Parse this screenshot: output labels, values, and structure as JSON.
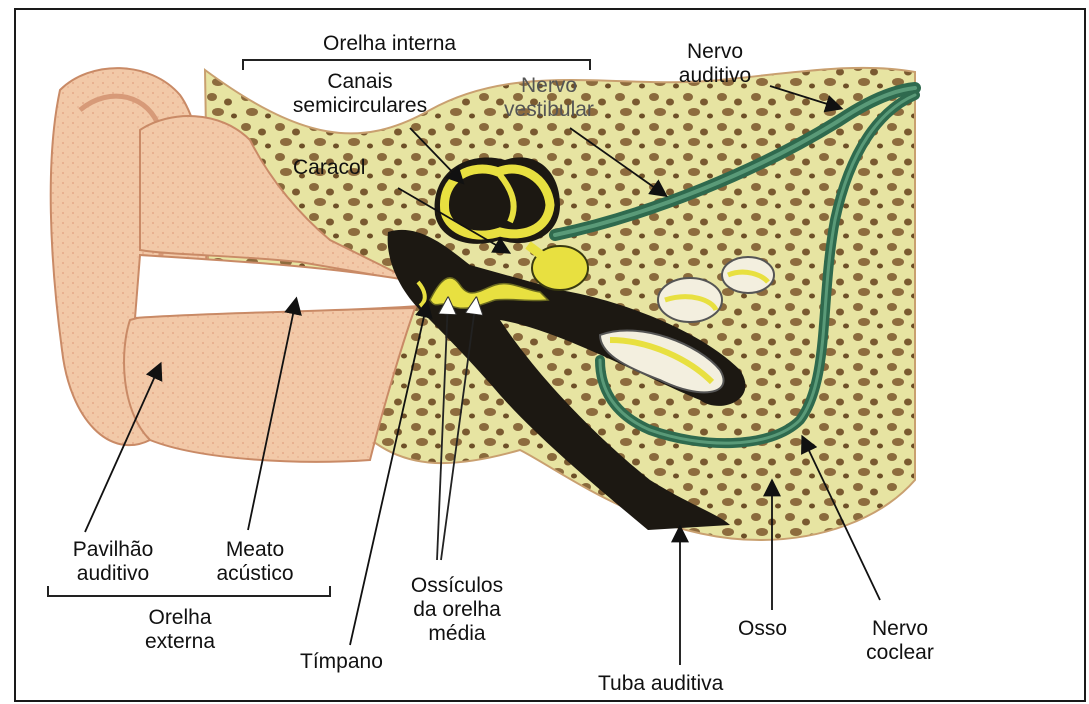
{
  "labels": {
    "orelha_interna": "Orelha interna",
    "canais_semicirculares": [
      "Canais",
      "semicirculares"
    ],
    "nervo_vestibular": [
      "Nervo",
      "vestibular"
    ],
    "nervo_auditivo": [
      "Nervo",
      "auditivo"
    ],
    "caracol": "Caracol",
    "pavilhao_auditivo": [
      "Pavilhão",
      "auditivo"
    ],
    "meato_acustico": [
      "Meato",
      "acústico"
    ],
    "orelha_externa": [
      "Orelha",
      "externa"
    ],
    "timpano": "Tímpano",
    "ossiculos": [
      "Ossículos",
      "da orelha",
      "média"
    ],
    "tuba_auditiva": "Tuba auditiva",
    "osso": "Osso",
    "nervo_coclear": [
      "Nervo",
      "coclear"
    ]
  },
  "colors": {
    "bone": "#e7e4a2",
    "bone_holes": "#8a6a3c",
    "skin": "#f2c9a8",
    "skin_dark": "#dba07c",
    "canal_black": "#1c1812",
    "labyrinth_yellow": "#e8e040",
    "nerve_green": "#2f6a4e",
    "ink": "#111111"
  }
}
